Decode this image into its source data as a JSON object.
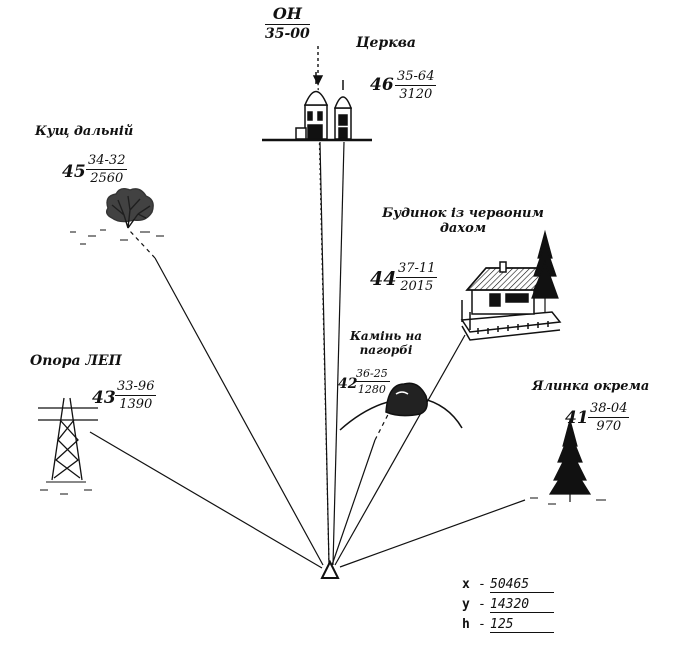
{
  "north": {
    "label": "ОН",
    "value": "35-00"
  },
  "landmarks": [
    {
      "id": "church",
      "name": "Церква",
      "number": "46",
      "angle": "35-64",
      "distance": "3120"
    },
    {
      "id": "bush",
      "name": "Кущ дальній",
      "number": "45",
      "angle": "34-32",
      "distance": "2560"
    },
    {
      "id": "house",
      "name": "Будинок із червоним дахом",
      "number": "44",
      "angle": "37-11",
      "distance": "2015"
    },
    {
      "id": "stone",
      "name": "Камінь на пагорбі",
      "number": "42",
      "angle": "36-25",
      "distance": "1280"
    },
    {
      "id": "pole",
      "name": "Опора ЛЕП",
      "number": "43",
      "angle": "33-96",
      "distance": "1390"
    },
    {
      "id": "spruce",
      "name": "Ялинка окрема",
      "number": "41",
      "angle": "38-04",
      "distance": "970"
    }
  ],
  "position": {
    "x_label": "x",
    "x": "50465",
    "y_label": "y",
    "y": "14320",
    "h_label": "h",
    "h": "125"
  },
  "colors": {
    "ink": "#111111",
    "paper": "#ffffff"
  }
}
